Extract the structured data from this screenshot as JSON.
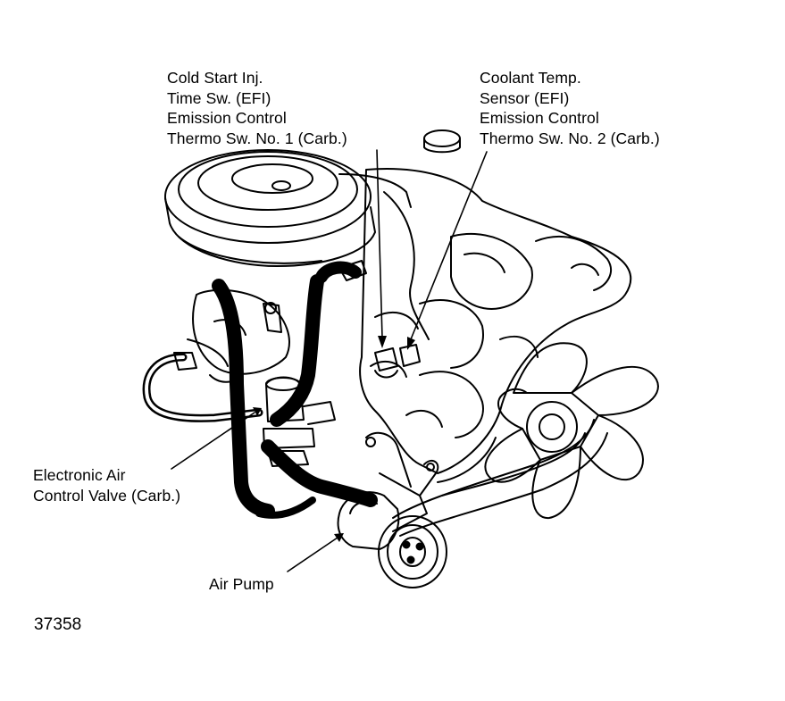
{
  "diagram": {
    "callouts": {
      "left_top": [
        "Cold Start Inj.",
        "Time Sw. (EFI)",
        "Emission Control",
        "Thermo Sw. No. 1 (Carb.)"
      ],
      "right_top": [
        "Coolant Temp.",
        "Sensor (EFI)",
        "Emission Control",
        "Thermo Sw. No. 2 (Carb.)"
      ],
      "air_control_valve": [
        "Electronic Air",
        "Control Valve (Carb.)"
      ],
      "air_pump": "Air Pump"
    },
    "figure_number": "37358",
    "colors": {
      "ink": "#000000",
      "paper": "#ffffff"
    }
  }
}
